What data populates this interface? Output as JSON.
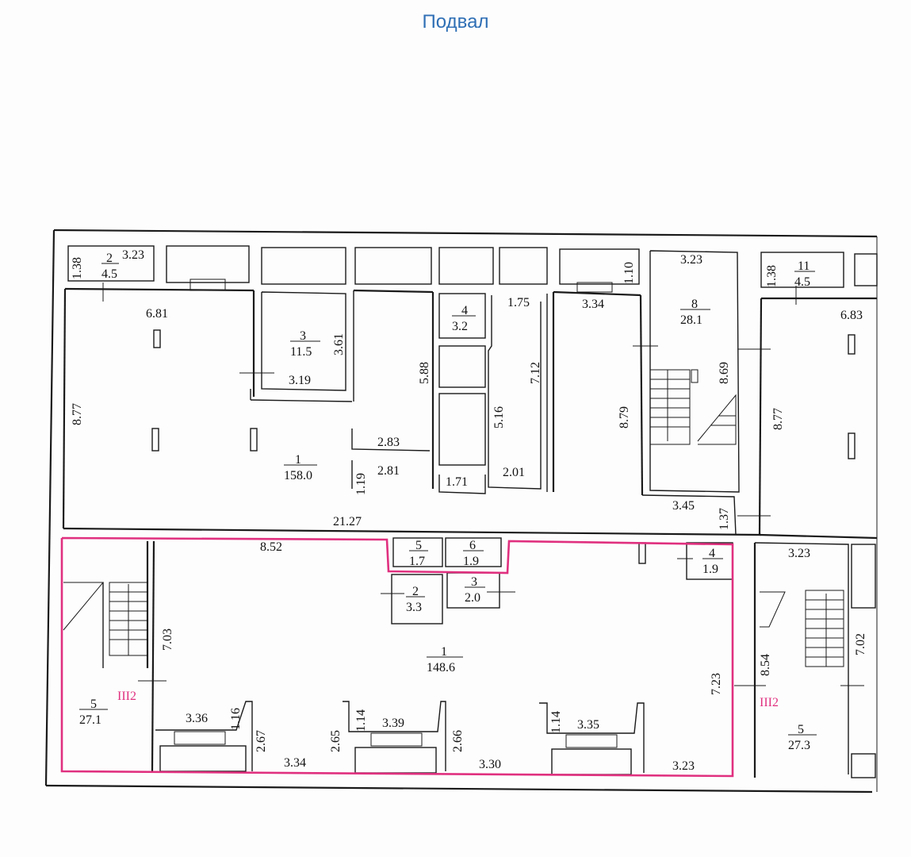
{
  "title": "Подвал",
  "north_rooms": [
    {
      "num": "1",
      "area": "158.0"
    },
    {
      "num": "2",
      "area": "4.5"
    },
    {
      "num": "3",
      "area": "11.5"
    },
    {
      "num": "4",
      "area": "3.2"
    },
    {
      "num": "8",
      "area": "28.1"
    },
    {
      "num": "11",
      "area": "4.5"
    }
  ],
  "south_rooms": [
    {
      "num": "1",
      "area": "148.6"
    },
    {
      "num": "2",
      "area": "3.3"
    },
    {
      "num": "3",
      "area": "2.0"
    },
    {
      "num": "4",
      "area": "1.9"
    },
    {
      "num": "5",
      "area": "1.7"
    },
    {
      "num": "6",
      "area": "1.9"
    }
  ],
  "stair_rooms": [
    {
      "num": "5",
      "area": "27.1"
    },
    {
      "num": "5",
      "area": "27.3"
    }
  ],
  "unit_labels": [
    "III2",
    "III2"
  ],
  "dimensions": {
    "d138a": "1.38",
    "d323a": "3.23",
    "d681": "6.81",
    "d877a": "8.77",
    "d361": "3.61",
    "d319": "3.19",
    "d588": "5.88",
    "d283": "2.83",
    "d281": "2.81",
    "d119": "1.19",
    "d171": "1.71",
    "d516": "5.16",
    "d712": "7.12",
    "d201": "2.01",
    "d175": "1.75",
    "d334a": "3.34",
    "d110": "1.10",
    "d879": "8.79",
    "d323b": "3.23",
    "d869": "8.69",
    "d345": "3.45",
    "d137": "1.37",
    "d138b": "1.38",
    "d683": "6.83",
    "d877b": "8.77",
    "d2127": "21.27",
    "d852": "8.52",
    "d703": "7.03",
    "d336": "3.36",
    "d116": "1.16",
    "d267": "2.67",
    "d334b": "3.34",
    "d265": "2.65",
    "d114a": "1.14",
    "d339": "3.39",
    "d266": "2.66",
    "d330": "3.30",
    "d114b": "1.14",
    "d335": "3.35",
    "d323c": "3.23",
    "d723": "7.23",
    "d854": "8.54",
    "d323d": "3.23",
    "d702": "7.02"
  }
}
